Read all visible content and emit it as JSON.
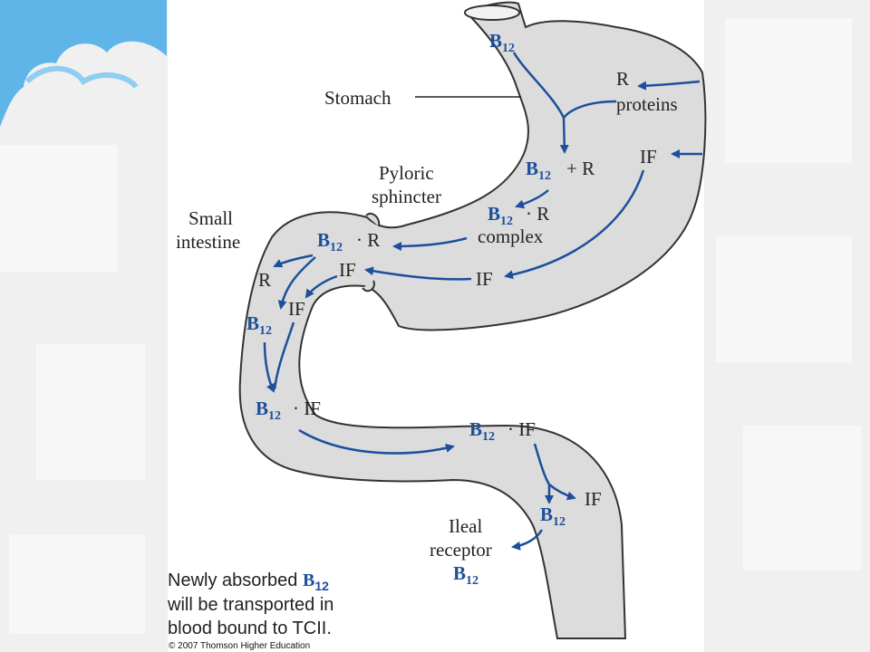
{
  "colors": {
    "tract_fill": "#dcdcdc",
    "tract_stroke": "#333333",
    "arrow": "#1c4f9c",
    "b12_text": "#1c4f9c",
    "cloud": "#5fb5e8"
  },
  "labels": {
    "stomach": "Stomach",
    "r_proteins_line1": "R",
    "r_proteins_line2": "proteins",
    "if": "IF",
    "b12": "B",
    "b12_sub": "12",
    "plus_r": "+ R",
    "dot_r": "· R",
    "complex": "complex",
    "pyloric_line1": "Pyloric",
    "pyloric_line2": "sphincter",
    "small_intestine_line1": "Small",
    "small_intestine_line2": "intestine",
    "r": "R",
    "dot_if": "· IF",
    "ileal_line1": "Ileal",
    "ileal_line2": "receptor"
  },
  "caption": {
    "line1_prefix": "Newly absorbed ",
    "line2": "will be transported in",
    "line3": "blood bound to TCII."
  },
  "copyright": "© 2007 Thomson Higher Education"
}
